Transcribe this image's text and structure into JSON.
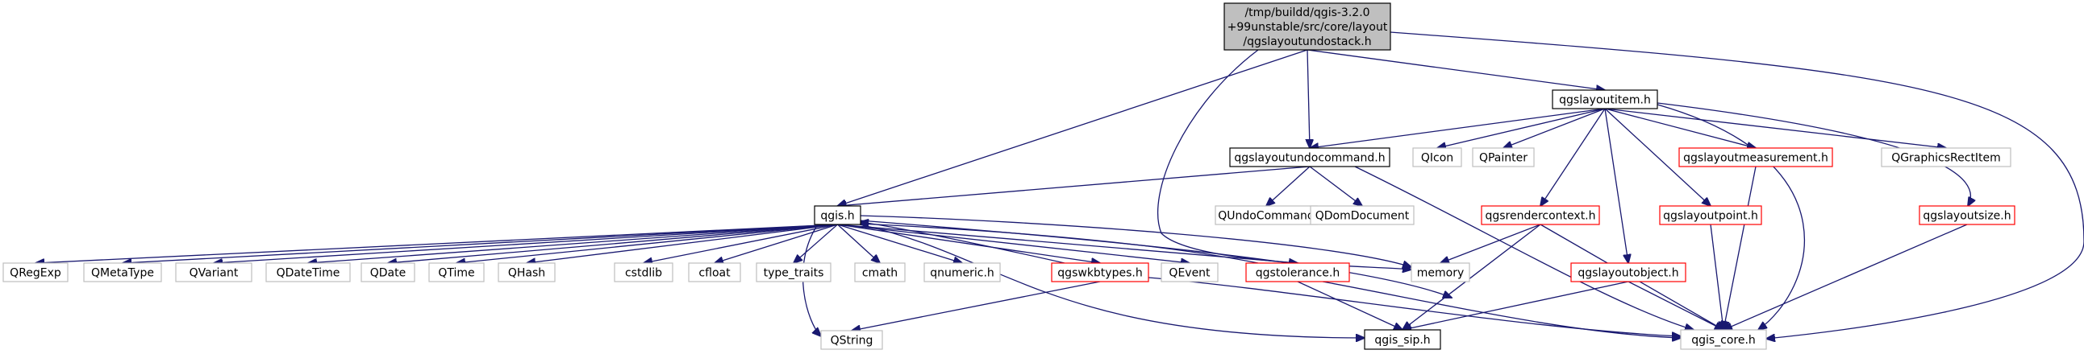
{
  "graph": {
    "nodes": [
      {
        "id": "root",
        "lines": [
          "/tmp/buildd/qgis-3.2.0",
          "+99unstable/src/core/layout",
          "/qgslayoutundostack.h"
        ],
        "kind": "root"
      },
      {
        "id": "layoutitem",
        "lines": [
          "qgslayoutitem.h"
        ],
        "kind": "doc"
      },
      {
        "id": "undocommand",
        "lines": [
          "qgslayoutundocommand.h"
        ],
        "kind": "doc"
      },
      {
        "id": "qgis",
        "lines": [
          "qgis.h"
        ],
        "kind": "doc"
      },
      {
        "id": "qicon",
        "lines": [
          "QIcon"
        ],
        "kind": "ext"
      },
      {
        "id": "qpainter",
        "lines": [
          "QPainter"
        ],
        "kind": "ext"
      },
      {
        "id": "measurement",
        "lines": [
          "qgslayoutmeasurement.h"
        ],
        "kind": "trunc"
      },
      {
        "id": "qgraphicsrectitem",
        "lines": [
          "QGraphicsRectItem"
        ],
        "kind": "ext"
      },
      {
        "id": "qundocommand",
        "lines": [
          "QUndoCommand"
        ],
        "kind": "ext"
      },
      {
        "id": "qdomdocument",
        "lines": [
          "QDomDocument"
        ],
        "kind": "ext"
      },
      {
        "id": "rendercontext",
        "lines": [
          "qgsrendercontext.h"
        ],
        "kind": "trunc"
      },
      {
        "id": "layoutpoint",
        "lines": [
          "qgslayoutpoint.h"
        ],
        "kind": "trunc"
      },
      {
        "id": "layoutsize",
        "lines": [
          "qgslayoutsize.h"
        ],
        "kind": "trunc"
      },
      {
        "id": "qregexp",
        "lines": [
          "QRegExp"
        ],
        "kind": "ext"
      },
      {
        "id": "qmetatype",
        "lines": [
          "QMetaType"
        ],
        "kind": "ext"
      },
      {
        "id": "qvariant",
        "lines": [
          "QVariant"
        ],
        "kind": "ext"
      },
      {
        "id": "qdatetime",
        "lines": [
          "QDateTime"
        ],
        "kind": "ext"
      },
      {
        "id": "qdate",
        "lines": [
          "QDate"
        ],
        "kind": "ext"
      },
      {
        "id": "qtime",
        "lines": [
          "QTime"
        ],
        "kind": "ext"
      },
      {
        "id": "qhash",
        "lines": [
          "QHash"
        ],
        "kind": "ext"
      },
      {
        "id": "cstdlib",
        "lines": [
          "cstdlib"
        ],
        "kind": "ext"
      },
      {
        "id": "cfloat",
        "lines": [
          "cfloat"
        ],
        "kind": "ext"
      },
      {
        "id": "type_traits",
        "lines": [
          "type_traits"
        ],
        "kind": "ext"
      },
      {
        "id": "cmath",
        "lines": [
          "cmath"
        ],
        "kind": "ext"
      },
      {
        "id": "qnumeric",
        "lines": [
          "qnumeric.h"
        ],
        "kind": "ext"
      },
      {
        "id": "wkbtypes",
        "lines": [
          "qgswkbtypes.h"
        ],
        "kind": "trunc"
      },
      {
        "id": "qevent",
        "lines": [
          "QEvent"
        ],
        "kind": "ext"
      },
      {
        "id": "tolerance",
        "lines": [
          "qgstolerance.h"
        ],
        "kind": "trunc"
      },
      {
        "id": "memory",
        "lines": [
          "memory"
        ],
        "kind": "ext"
      },
      {
        "id": "layoutobject",
        "lines": [
          "qgslayoutobject.h"
        ],
        "kind": "trunc"
      },
      {
        "id": "qstring",
        "lines": [
          "QString"
        ],
        "kind": "ext"
      },
      {
        "id": "qgis_sip",
        "lines": [
          "qgis_sip.h"
        ],
        "kind": "doc"
      },
      {
        "id": "qgis_core",
        "lines": [
          "qgis_core.h"
        ],
        "kind": "ext"
      }
    ],
    "edges": [
      {
        "from": "root",
        "to": "layoutitem"
      },
      {
        "from": "root",
        "to": "undocommand"
      },
      {
        "from": "root",
        "to": "qgis"
      },
      {
        "from": "root",
        "to": "memory"
      },
      {
        "from": "root",
        "to": "qgis_core"
      },
      {
        "from": "layoutitem",
        "to": "undocommand"
      },
      {
        "from": "layoutitem",
        "to": "qicon"
      },
      {
        "from": "layoutitem",
        "to": "qpainter"
      },
      {
        "from": "layoutitem",
        "to": "rendercontext"
      },
      {
        "from": "layoutitem",
        "to": "layoutobject"
      },
      {
        "from": "layoutitem",
        "to": "layoutpoint"
      },
      {
        "from": "layoutitem",
        "to": "measurement"
      },
      {
        "from": "layoutitem",
        "to": "qgraphicsrectitem"
      },
      {
        "from": "layoutitem",
        "to": "layoutsize"
      },
      {
        "from": "layoutitem",
        "to": "qgis_core"
      },
      {
        "from": "undocommand",
        "to": "qgis"
      },
      {
        "from": "undocommand",
        "to": "qundocommand"
      },
      {
        "from": "undocommand",
        "to": "qdomdocument"
      },
      {
        "from": "undocommand",
        "to": "qgis_core"
      },
      {
        "from": "qgis",
        "to": "qregexp"
      },
      {
        "from": "qgis",
        "to": "qmetatype"
      },
      {
        "from": "qgis",
        "to": "qvariant"
      },
      {
        "from": "qgis",
        "to": "qdatetime"
      },
      {
        "from": "qgis",
        "to": "qdate"
      },
      {
        "from": "qgis",
        "to": "qtime"
      },
      {
        "from": "qgis",
        "to": "qhash"
      },
      {
        "from": "qgis",
        "to": "cstdlib"
      },
      {
        "from": "qgis",
        "to": "cfloat"
      },
      {
        "from": "qgis",
        "to": "type_traits"
      },
      {
        "from": "qgis",
        "to": "cmath"
      },
      {
        "from": "qgis",
        "to": "qnumeric"
      },
      {
        "from": "qgis",
        "to": "wkbtypes"
      },
      {
        "from": "qgis",
        "to": "qevent"
      },
      {
        "from": "qgis",
        "to": "tolerance"
      },
      {
        "from": "qgis",
        "to": "memory"
      },
      {
        "from": "qgis",
        "to": "qstring"
      },
      {
        "from": "qgis",
        "to": "qgis_sip"
      },
      {
        "from": "qgis",
        "to": "qgis_core"
      },
      {
        "from": "wkbtypes",
        "to": "qgis"
      },
      {
        "from": "wkbtypes",
        "to": "qstring"
      },
      {
        "from": "wkbtypes",
        "to": "qgis_core"
      },
      {
        "from": "tolerance",
        "to": "qgis"
      },
      {
        "from": "tolerance",
        "to": "qgis_sip"
      },
      {
        "from": "tolerance",
        "to": "qgis_core"
      },
      {
        "from": "rendercontext",
        "to": "memory"
      },
      {
        "from": "rendercontext",
        "to": "qgis_sip"
      },
      {
        "from": "rendercontext",
        "to": "qgis_core"
      },
      {
        "from": "layoutobject",
        "to": "qgis_sip"
      },
      {
        "from": "layoutobject",
        "to": "qgis_core"
      },
      {
        "from": "layoutpoint",
        "to": "qgis_core"
      },
      {
        "from": "measurement",
        "to": "qgis_core"
      },
      {
        "from": "layoutsize",
        "to": "qgis_core"
      }
    ]
  }
}
